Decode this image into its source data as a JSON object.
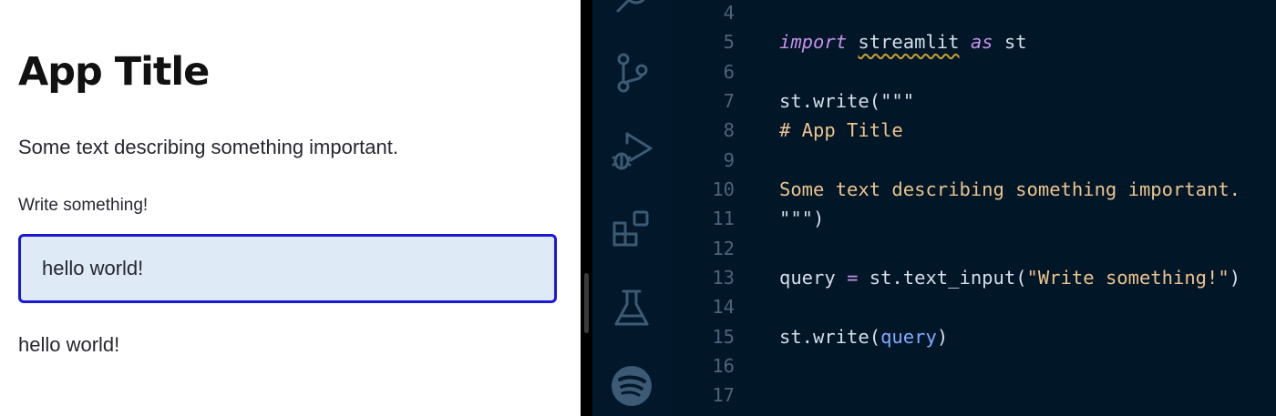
{
  "preview": {
    "title": "App Title",
    "description": "Some text describing something important.",
    "input_label": "Write something!",
    "input_value": "hello world!",
    "output": "hello world!"
  },
  "activity_bar": {
    "icons": [
      "search-icon",
      "source-control-icon",
      "run-debug-icon",
      "extensions-icon",
      "testing-icon",
      "spotify-icon"
    ]
  },
  "editor": {
    "lines": [
      {
        "number": "4",
        "tokens": []
      },
      {
        "number": "5",
        "tokens": [
          {
            "text": "import",
            "type": "kw"
          },
          {
            "text": " ",
            "type": "plain"
          },
          {
            "text": "streamlit",
            "type": "plain",
            "warn": true
          },
          {
            "text": " ",
            "type": "plain"
          },
          {
            "text": "as",
            "type": "kw"
          },
          {
            "text": " st",
            "type": "plain"
          }
        ]
      },
      {
        "number": "6",
        "tokens": []
      },
      {
        "number": "7",
        "tokens": [
          {
            "text": "st.write(\"\"\"",
            "type": "plain"
          }
        ]
      },
      {
        "number": "8",
        "tokens": [
          {
            "text": "# App Title",
            "type": "str"
          }
        ]
      },
      {
        "number": "9",
        "tokens": []
      },
      {
        "number": "10",
        "tokens": [
          {
            "text": "Some text describing something important.",
            "type": "str"
          }
        ]
      },
      {
        "number": "11",
        "tokens": [
          {
            "text": "\"\"\")",
            "type": "plain"
          }
        ]
      },
      {
        "number": "12",
        "tokens": []
      },
      {
        "number": "13",
        "tokens": [
          {
            "text": "query",
            "type": "plain"
          },
          {
            "text": " ",
            "type": "plain"
          },
          {
            "text": "=",
            "type": "op"
          },
          {
            "text": " st.text_input(",
            "type": "plain"
          },
          {
            "text": "\"Write something!\"",
            "type": "str"
          },
          {
            "text": ")",
            "type": "plain"
          }
        ]
      },
      {
        "number": "14",
        "tokens": []
      },
      {
        "number": "15",
        "tokens": [
          {
            "text": "st.write(",
            "type": "plain"
          },
          {
            "text": "query",
            "type": "var"
          },
          {
            "text": ")",
            "type": "plain"
          }
        ]
      },
      {
        "number": "16",
        "tokens": []
      },
      {
        "number": "17",
        "tokens": []
      }
    ]
  },
  "colors": {
    "editor_bg": "#011627",
    "activity_bg": "#03172a",
    "keyword": "#c792ea",
    "string": "#ecc48d",
    "variable": "#82aaff",
    "text": "#d6deeb",
    "line_number": "#4b6479",
    "input_border": "#1a1ad6",
    "input_bg": "#dfeaf7"
  }
}
